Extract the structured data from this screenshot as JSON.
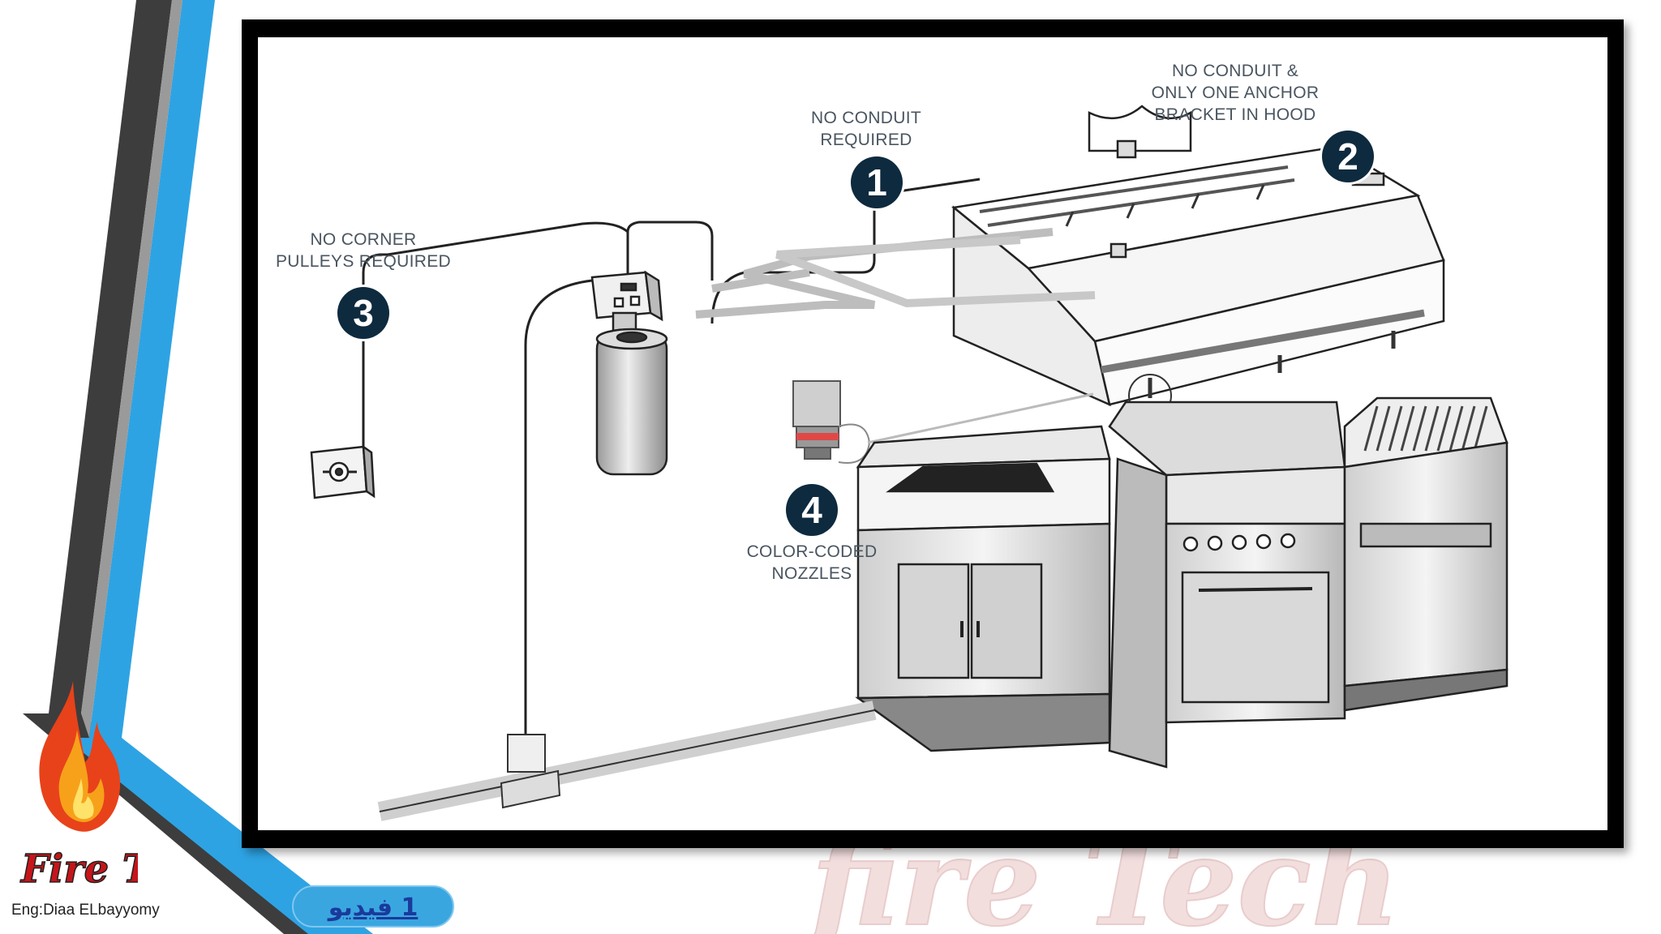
{
  "slide": {
    "author": "Eng:Diaa ELbayyomy",
    "logo_text": "Fire Tech",
    "watermark_text": "Fire Tech",
    "link_label": "1 فيديو"
  },
  "diagram": {
    "callouts": [
      {
        "number": "1",
        "text": "NO CONDUIT\nREQUIRED"
      },
      {
        "number": "2",
        "text": "NO CONDUIT &\nONLY ONE ANCHOR\nBRACKET IN HOOD"
      },
      {
        "number": "3",
        "text": "NO CORNER\nPULLEYS REQUIRED"
      },
      {
        "number": "4",
        "text": "COLOR-CODED\nNOZZLES"
      }
    ]
  },
  "colors": {
    "frame": "#000000",
    "badge": "#0e2a3e",
    "accent_blue": "#2ea3e3",
    "dark_stripe": "#4a4a4a",
    "watermark": "#f1d8d8"
  },
  "icons": [
    "flame-icon"
  ]
}
